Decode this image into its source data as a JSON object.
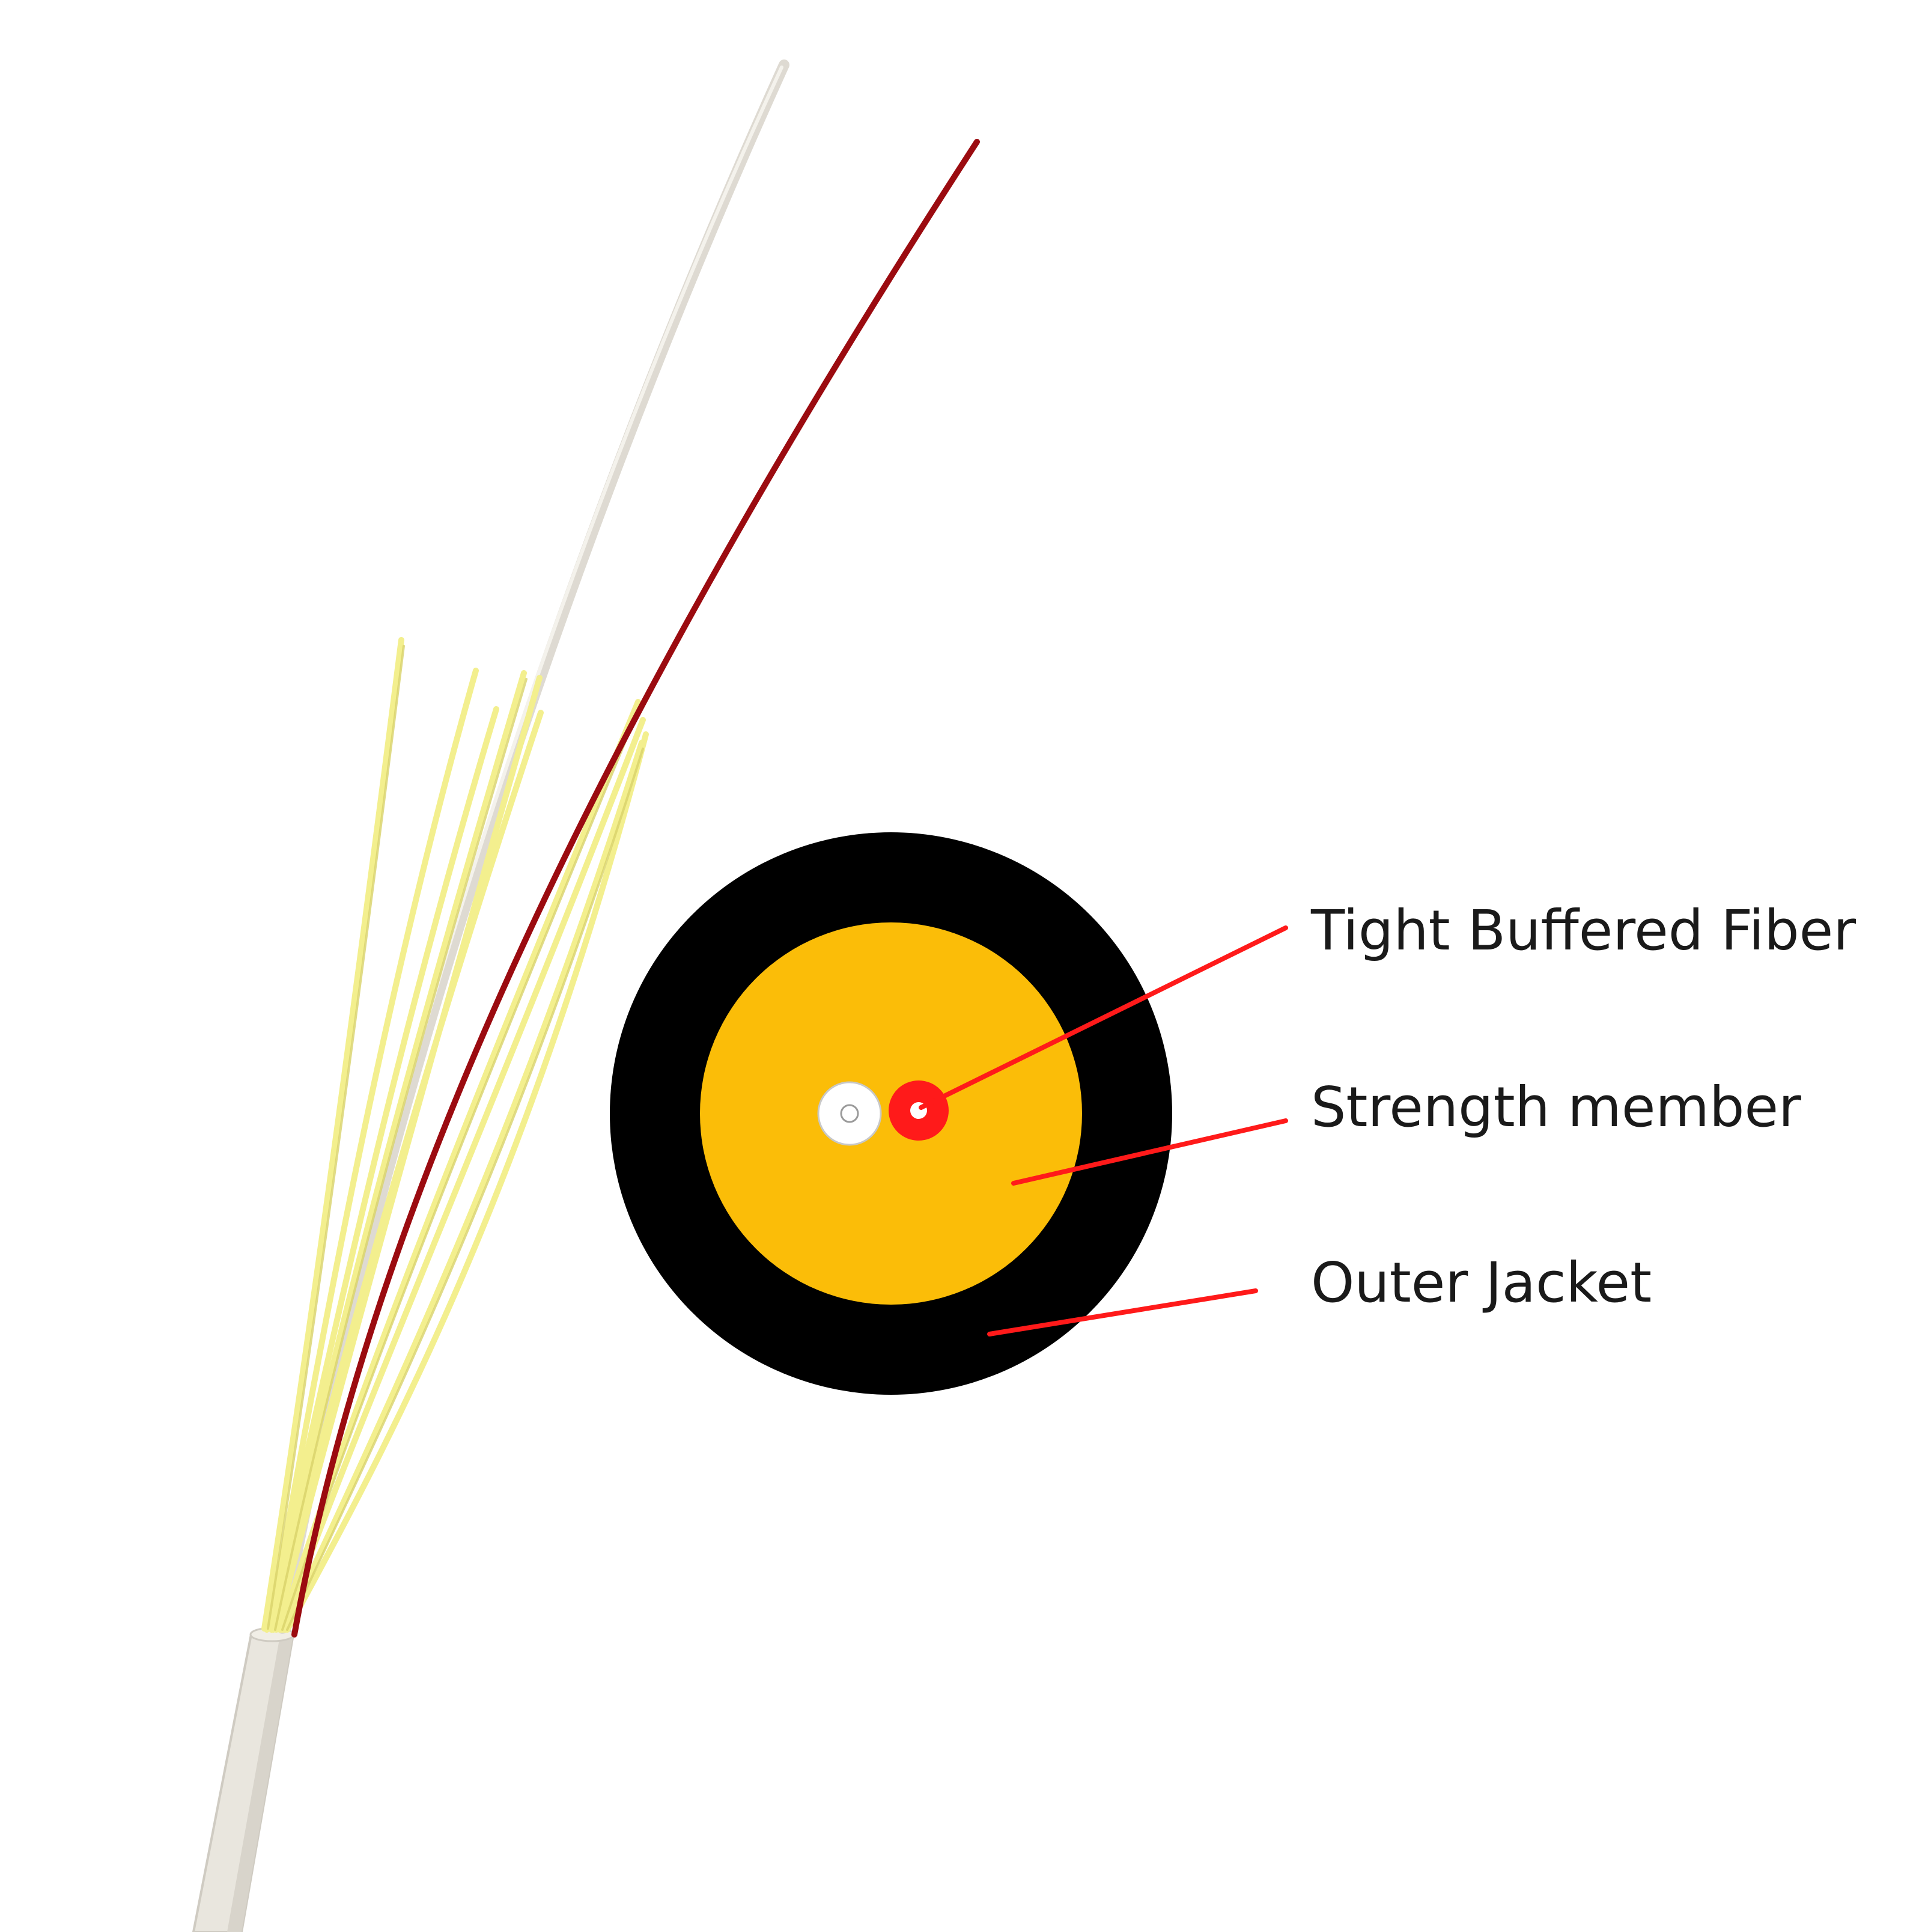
{
  "labels": {
    "tight_buffered_fiber": "Tight Buffered Fiber",
    "strength_member": "Strength member",
    "outer_jacket": "Outer Jacket"
  },
  "colors": {
    "background": "#ffffff",
    "outer_jacket": "#000000",
    "strength_member": "#fbbd08",
    "tight_buffered_fiber": "#ff1a1a",
    "second_fiber": "#ffffff",
    "leader_line": "#ff1a1a",
    "cable_sheath": "#e9e6de",
    "aramid_yarn": "#f3ef8e",
    "red_fiber": "#9b0b10",
    "white_fiber": "#dedad2"
  }
}
